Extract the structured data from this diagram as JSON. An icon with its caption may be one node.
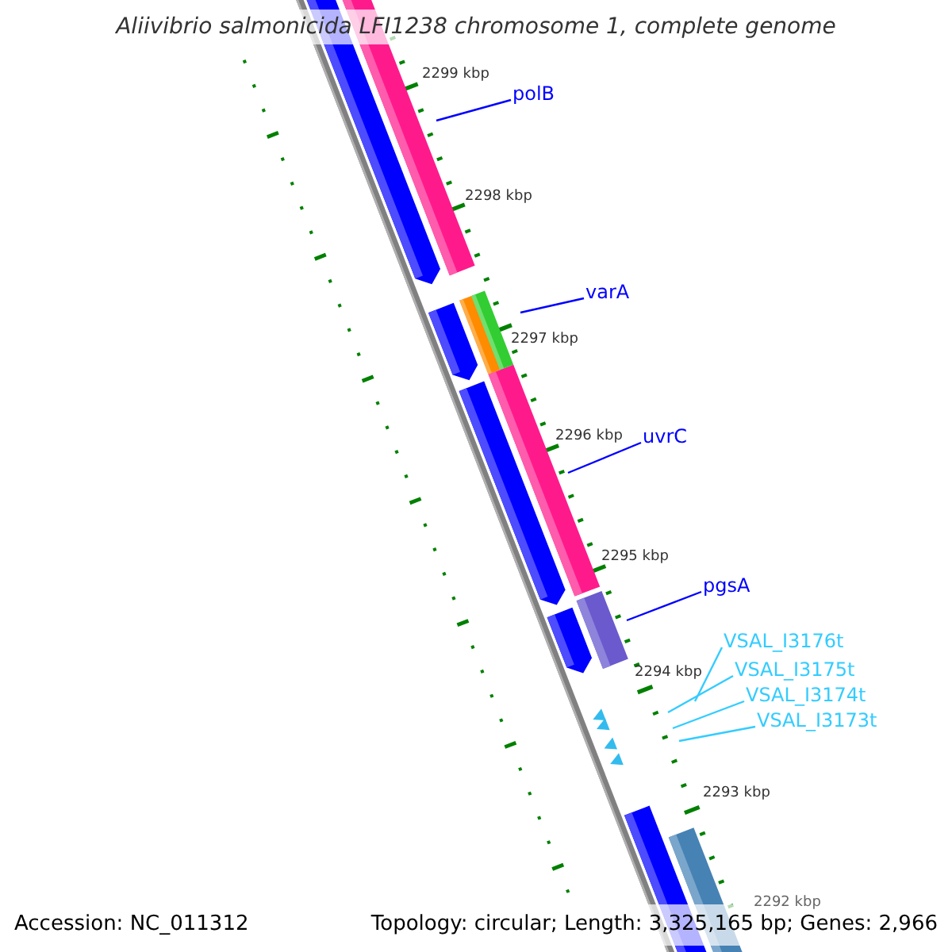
{
  "diagram": {
    "title": "Aliivibrio salmonicida LFI1238 chromosome 1, complete genome",
    "nodes": [
      {
        "text": [
          "polB"
        ]
      },
      {
        "text": [
          "varA"
        ]
      },
      {
        "text": [
          "uvrC"
        ]
      },
      {
        "text": [
          "pgsA"
        ]
      },
      {
        "text": [
          "VSAL_I3176t"
        ]
      },
      {
        "text": [
          "VSAL_I3175t"
        ]
      },
      {
        "text": [
          "VSAL_I3174t"
        ]
      },
      {
        "text": [
          "VSAL_I3173t"
        ]
      }
    ],
    "edges": [
      {
        "from": 0,
        "to": null,
        "arrow": "none"
      },
      {
        "from": 1,
        "to": null,
        "arrow": "none"
      },
      {
        "from": 2,
        "to": null,
        "arrow": "none"
      },
      {
        "from": 3,
        "to": null,
        "arrow": "none"
      },
      {
        "from": 4,
        "to": null,
        "arrow": "none",
        "color": "#33ccff"
      },
      {
        "from": 5,
        "to": null,
        "arrow": "none",
        "color": "#33ccff"
      },
      {
        "from": 6,
        "to": null,
        "arrow": "none",
        "color": "#33ccff"
      },
      {
        "from": 7,
        "to": null,
        "arrow": "none",
        "color": "#33ccff"
      }
    ],
    "labels": [
      "2299 kbp",
      "2298 kbp",
      "2297 kbp",
      "2296 kbp",
      "2295 kbp",
      "2294 kbp",
      "2293 kbp",
      "2292 kbp",
      "Accession: NC_011312",
      "Topology: circular; Length: 3,325,165 bp; Genes: 2,966"
    ]
  }
}
